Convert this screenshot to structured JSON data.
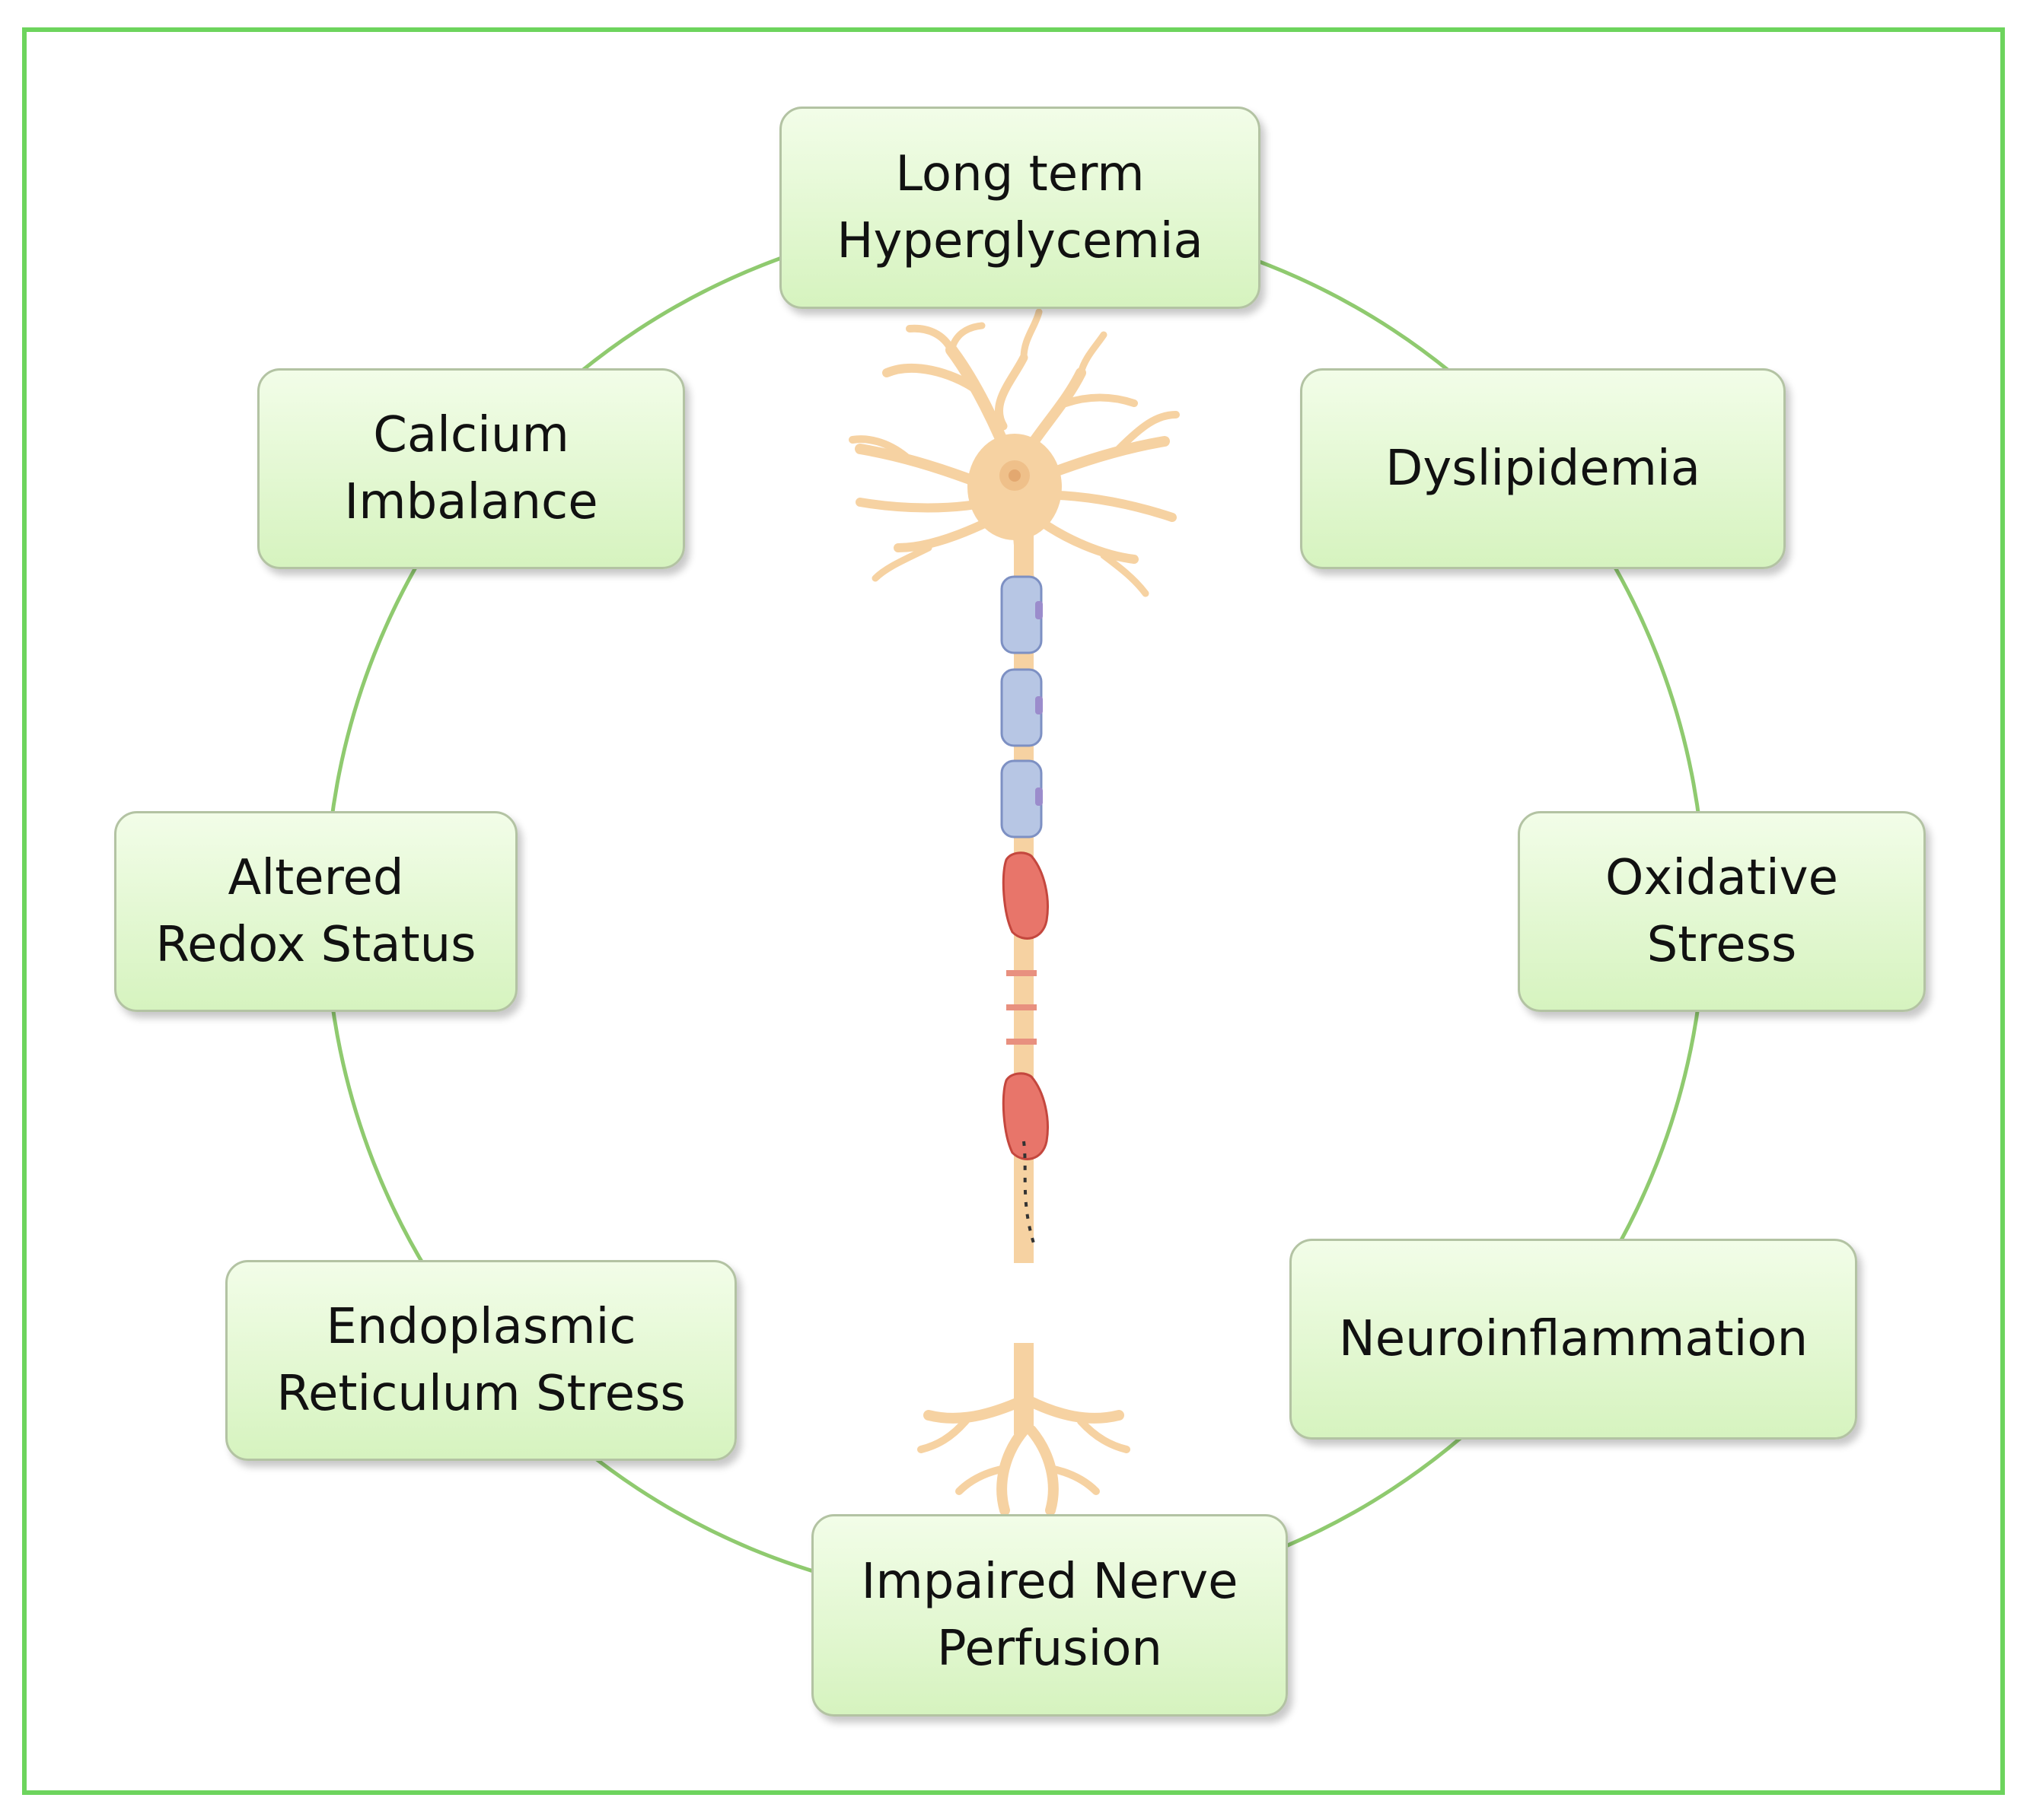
{
  "colors": {
    "frame": "#6dd45d",
    "cycle_line": "#8fca6f",
    "box_fill_top": "#f2fde8",
    "box_fill_bottom": "#d6f3bf",
    "box_border": "#b3c3a3",
    "neuron": "#f6d2a2",
    "myelin": "#b7c6e4",
    "damaged_myelin": "#e8756a"
  },
  "nodes": [
    {
      "id": "hyperglycemia",
      "label": "Long term\nHyperglycemia"
    },
    {
      "id": "dyslipidemia",
      "label": "Dyslipidemia"
    },
    {
      "id": "oxidative-stress",
      "label": "Oxidative\nStress"
    },
    {
      "id": "neuroinflammation",
      "label": "Neuroinflammation"
    },
    {
      "id": "impaired-nerve-perfusion",
      "label": "Impaired Nerve\nPerfusion"
    },
    {
      "id": "er-stress",
      "label": "Endoplasmic\nReticulum Stress"
    },
    {
      "id": "altered-redox",
      "label": "Altered\nRedox Status"
    },
    {
      "id": "calcium-imbalance",
      "label": "Calcium\nImbalance"
    }
  ],
  "illustration": {
    "icon": "neuron-icon"
  }
}
